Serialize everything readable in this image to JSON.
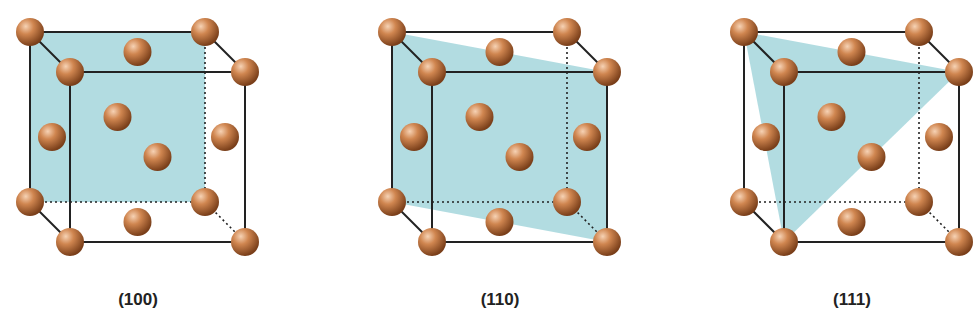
{
  "diagram": {
    "labels": [
      "(100)",
      "(110)",
      "(111)"
    ]
  }
}
